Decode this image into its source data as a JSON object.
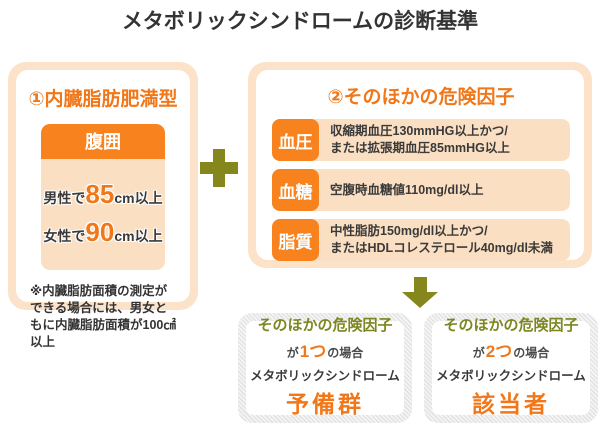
{
  "title": "メタボリックシンドロームの診断基準",
  "colors": {
    "orange": "#f1781a",
    "orange_fill": "#f8831e",
    "peach_border": "#fbe2c8",
    "peach_fill": "#fbdfc2",
    "olive": "#85871c",
    "olive_text": "#7d8620",
    "text_dark": "#3a3a3a",
    "hatch_gray": "#e3e3e3"
  },
  "icons": {
    "plus": "plus-icon",
    "arrow_down": "arrow-down-icon"
  },
  "left_panel": {
    "heading": "①内臓脂肪肥満型",
    "card": {
      "header": "腹囲",
      "lines": [
        {
          "prefix": "男性で",
          "value": "85",
          "suffix": "cm以上"
        },
        {
          "prefix": "女性で",
          "value": "90",
          "suffix": "cm以上"
        }
      ]
    },
    "note": "※内臓脂肪面積の測定ができる場合には、男女ともに内臓脂肪面積が100㎠以上"
  },
  "right_panel": {
    "heading": "②そのほかの危険因子",
    "rows": [
      {
        "label": "血圧",
        "text": "収縮期血圧130mmHG以上かつ/\nまたは拡張期血圧85mmHG以上"
      },
      {
        "label": "血糖",
        "text": "空腹時血糖値110mg/dl以上"
      },
      {
        "label": "脂質",
        "text": "中性脂肪150mg/dl以上かつ/\nまたはHDLコレステロール40mg/dl未満"
      }
    ]
  },
  "results": [
    {
      "line1": "そのほかの危険因子",
      "count_prefix": "が",
      "count": "1つ",
      "count_suffix": "の場合",
      "line3": "メタボリックシンドローム",
      "verdict": "予備群"
    },
    {
      "line1": "そのほかの危険因子",
      "count_prefix": "が",
      "count": "2つ",
      "count_suffix": "の場合",
      "line3": "メタボリックシンドローム",
      "verdict": "該当者"
    }
  ]
}
